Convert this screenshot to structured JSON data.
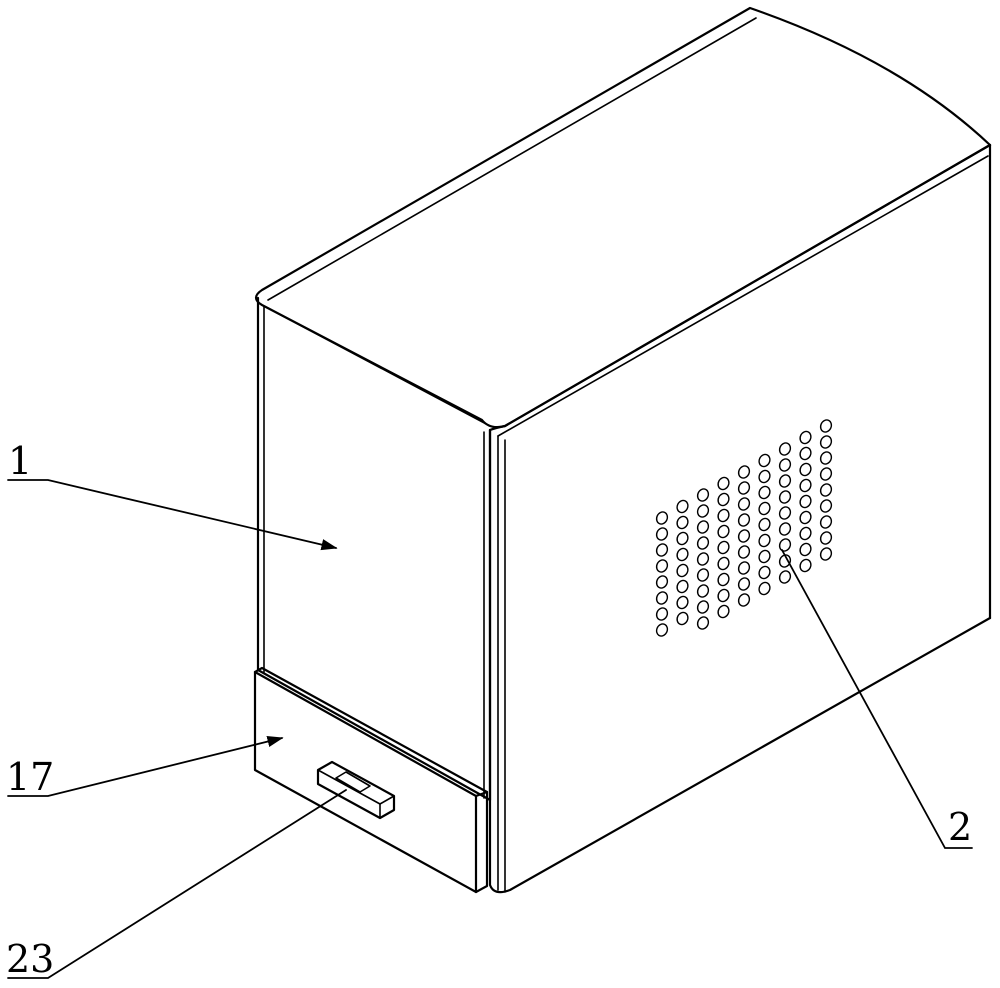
{
  "callouts": [
    {
      "id": "1",
      "label": "1"
    },
    {
      "id": "17",
      "label": "17"
    },
    {
      "id": "23",
      "label": "23"
    },
    {
      "id": "2",
      "label": "2"
    }
  ],
  "vent": {
    "columns": 9,
    "rows": 9
  }
}
